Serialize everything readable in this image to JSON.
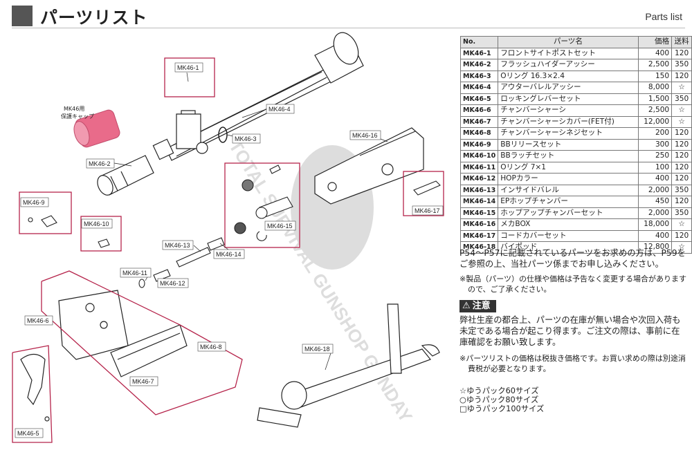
{
  "header": {
    "title": "パーツリスト",
    "title_en": "Parts list"
  },
  "table": {
    "headers": [
      "No.",
      "パーツ名",
      "価格",
      "送料"
    ],
    "rows": [
      {
        "no": "MK46-1",
        "name": "フロントサイトポストセット",
        "price": "400",
        "ship": "120"
      },
      {
        "no": "MK46-2",
        "name": "フラッシュハイダーアッシー",
        "price": "2,500",
        "ship": "350"
      },
      {
        "no": "MK46-3",
        "name": "Oリング 16.3×2.4",
        "price": "150",
        "ship": "120"
      },
      {
        "no": "MK46-4",
        "name": "アウターバレルアッシー",
        "price": "8,000",
        "ship": "☆"
      },
      {
        "no": "MK46-5",
        "name": "ロッキングレバーセット",
        "price": "1,500",
        "ship": "350"
      },
      {
        "no": "MK46-6",
        "name": "チャンバーシャーシ",
        "price": "2,500",
        "ship": "☆"
      },
      {
        "no": "MK46-7",
        "name": "チャンバーシャーシカバー(FET付)",
        "price": "12,000",
        "ship": "☆"
      },
      {
        "no": "MK46-8",
        "name": "チャンバーシャーシネジセット",
        "price": "200",
        "ship": "120"
      },
      {
        "no": "MK46-9",
        "name": "BBリリースセット",
        "price": "300",
        "ship": "120"
      },
      {
        "no": "MK46-10",
        "name": "BBラッチセット",
        "price": "250",
        "ship": "120"
      },
      {
        "no": "MK46-11",
        "name": "Oリング 7×1",
        "price": "100",
        "ship": "120"
      },
      {
        "no": "MK46-12",
        "name": "HOPカラー",
        "price": "400",
        "ship": "120"
      },
      {
        "no": "MK46-13",
        "name": "インサイドバレル",
        "price": "2,000",
        "ship": "350"
      },
      {
        "no": "MK46-14",
        "name": "EPホップチャンバー",
        "price": "450",
        "ship": "120"
      },
      {
        "no": "MK46-15",
        "name": "ホップアップチャンバーセット",
        "price": "2,000",
        "ship": "350"
      },
      {
        "no": "MK46-16",
        "name": "メカBOX",
        "price": "18,000",
        "ship": "☆"
      },
      {
        "no": "MK46-17",
        "name": "コードカバーセット",
        "price": "400",
        "ship": "120"
      },
      {
        "no": "MK46-18",
        "name": "バイポッド",
        "price": "12,800",
        "ship": "☆"
      }
    ]
  },
  "notes": {
    "note1": "P54～P57に記載されているパーツをお求めの方は、P59をご参照の上、当社パーツ係までお申し込みください。",
    "note2": "※製品（パーツ）の仕様や価格は予告なく変更する場合がありますので、ご了承ください。",
    "caution_title": "注意",
    "caution_body": "弊社生産の都合上、パーツの在庫が無い場合や次回入荷も未定である場合が起こり得ます。ご注文の際は、事前に在庫確認をお願い致します。",
    "note3": "※パーツリストの価格は税抜き価格です。お買い求めの際は別途消費税が必要となります。"
  },
  "shipping": [
    "☆ゆうパック60サイズ",
    "○ゆうパック80サイズ",
    "□ゆうパック100サイズ"
  ],
  "diagram": {
    "cap_label": "MK46用\n保護キャップ",
    "watermark": "TOTAL SURVIVAL GUNSHOP GUNDAY",
    "labels": {
      "mk46_1": "MK46-1",
      "mk46_2": "MK46-2",
      "mk46_3": "MK46-3",
      "mk46_4": "MK46-4",
      "mk46_5": "MK46-5",
      "mk46_6": "MK46-6",
      "mk46_7": "MK46-7",
      "mk46_8": "MK46-8",
      "mk46_9": "MK46-9",
      "mk46_10": "MK46-10",
      "mk46_11": "MK46-11",
      "mk46_12": "MK46-12",
      "mk46_13": "MK46-13",
      "mk46_14": "MK46-14",
      "mk46_15": "MK46-15",
      "mk46_16": "MK46-16",
      "mk46_17": "MK46-17",
      "mk46_18": "MK46-18"
    }
  },
  "colors": {
    "callout": "#b5234a",
    "cap": "#e96b8a",
    "header_square": "#555555",
    "table_header": "#e3e3e3"
  }
}
